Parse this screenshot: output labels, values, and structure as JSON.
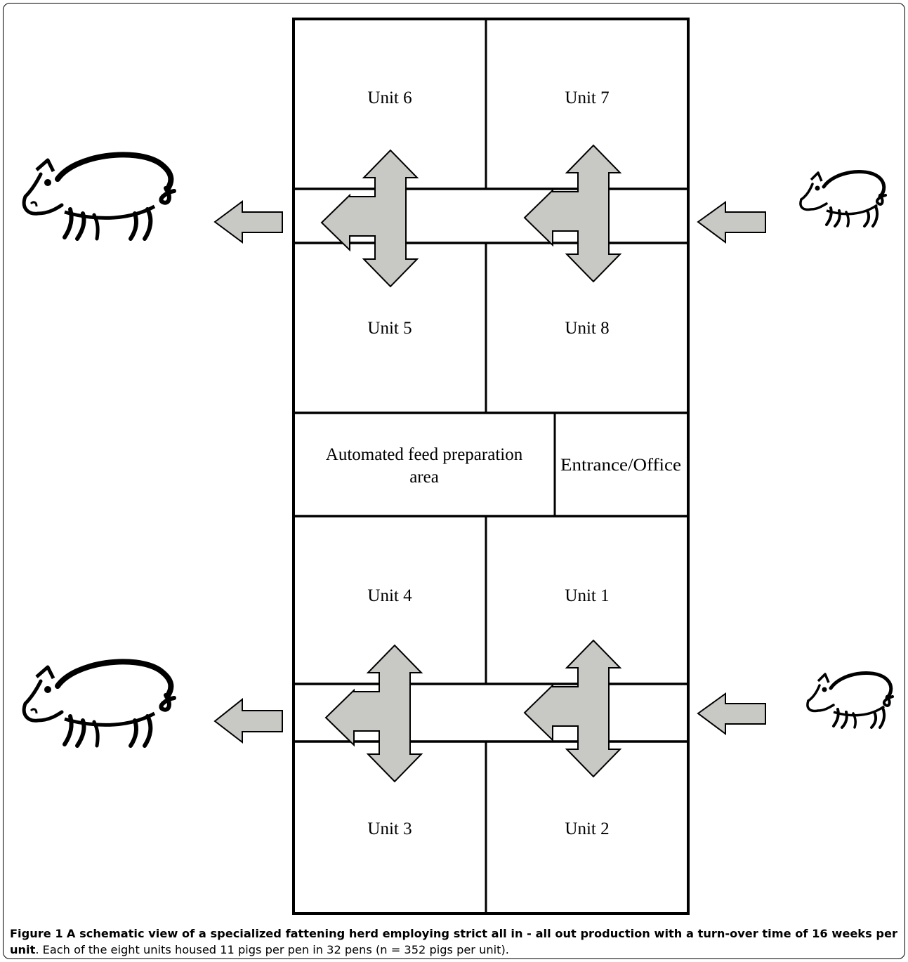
{
  "units": {
    "unit6": "Unit 6",
    "unit7": "Unit 7",
    "unit5": "Unit 5",
    "unit8": "Unit 8",
    "unit4": "Unit 4",
    "unit1": "Unit 1",
    "unit3": "Unit 3",
    "unit2": "Unit 2"
  },
  "rooms": {
    "feed_line1": "Automated feed preparation",
    "feed_line2": "area",
    "office": "Entrance/Office"
  },
  "caption": {
    "label": "Figure 1",
    "title": "A schematic view of a specialized fattening herd employing strict all in - all out production with a turn-over time of 16 weeks per unit",
    "text": ". Each of the eight units housed 11 pigs per pen in 32 pens (n = 352 pigs per unit)."
  },
  "colors": {
    "arrow_fill": "#c8c8c4",
    "line": "#000000"
  },
  "icons": [
    "large-pig-icon",
    "small-pig-icon",
    "exit-arrow-icon",
    "entry-arrow-icon",
    "three-way-arrow-icon"
  ]
}
